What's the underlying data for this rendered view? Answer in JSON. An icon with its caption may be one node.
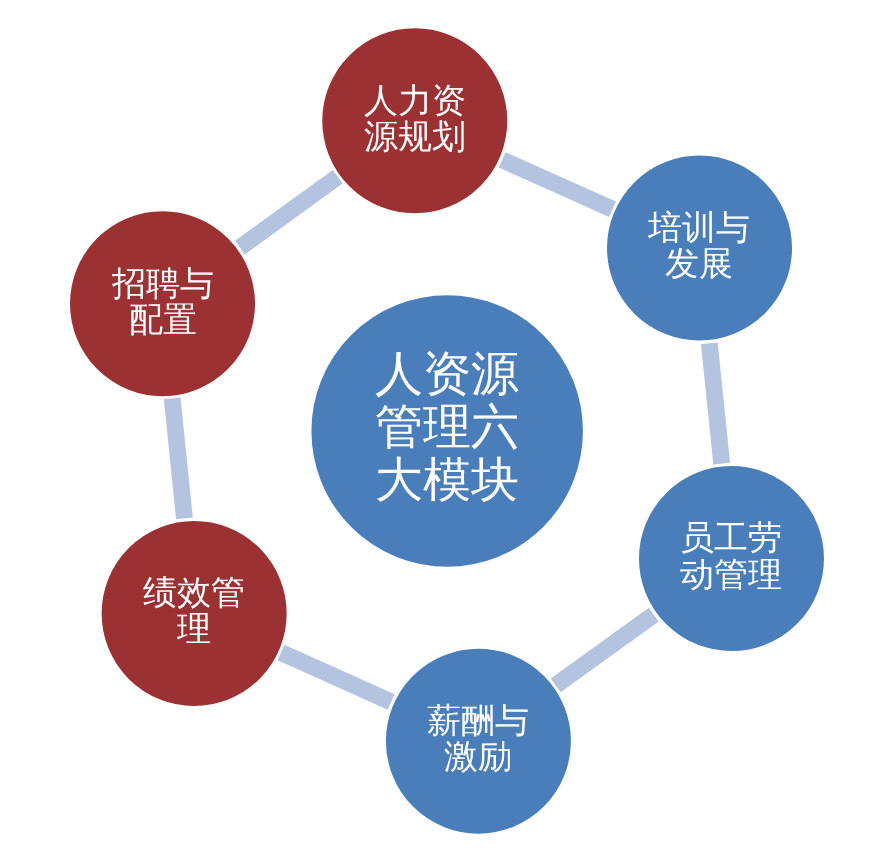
{
  "diagram": {
    "nodes": [
      {
        "text": [
          "人力资源规划"
        ]
      },
      {
        "text": [
          "培训与发展"
        ]
      },
      {
        "text": [
          "招聘与配置"
        ]
      },
      {
        "text": [
          "人资源管理六大模块"
        ]
      },
      {
        "text": [
          "员工劳动管理"
        ]
      },
      {
        "text": [
          "绩效管理"
        ]
      },
      {
        "text": [
          "薪酬与激励"
        ]
      }
    ],
    "edges": [
      {
        "from": 0,
        "to": 2,
        "arrow": "none"
      },
      {
        "from": 2,
        "to": 5,
        "arrow": "none"
      },
      {
        "from": 5,
        "to": 6,
        "arrow": "none"
      },
      {
        "from": 6,
        "to": 4,
        "arrow": "none"
      },
      {
        "from": 4,
        "to": 1,
        "arrow": "none"
      },
      {
        "from": 1,
        "to": 0,
        "arrow": "none"
      }
    ]
  }
}
